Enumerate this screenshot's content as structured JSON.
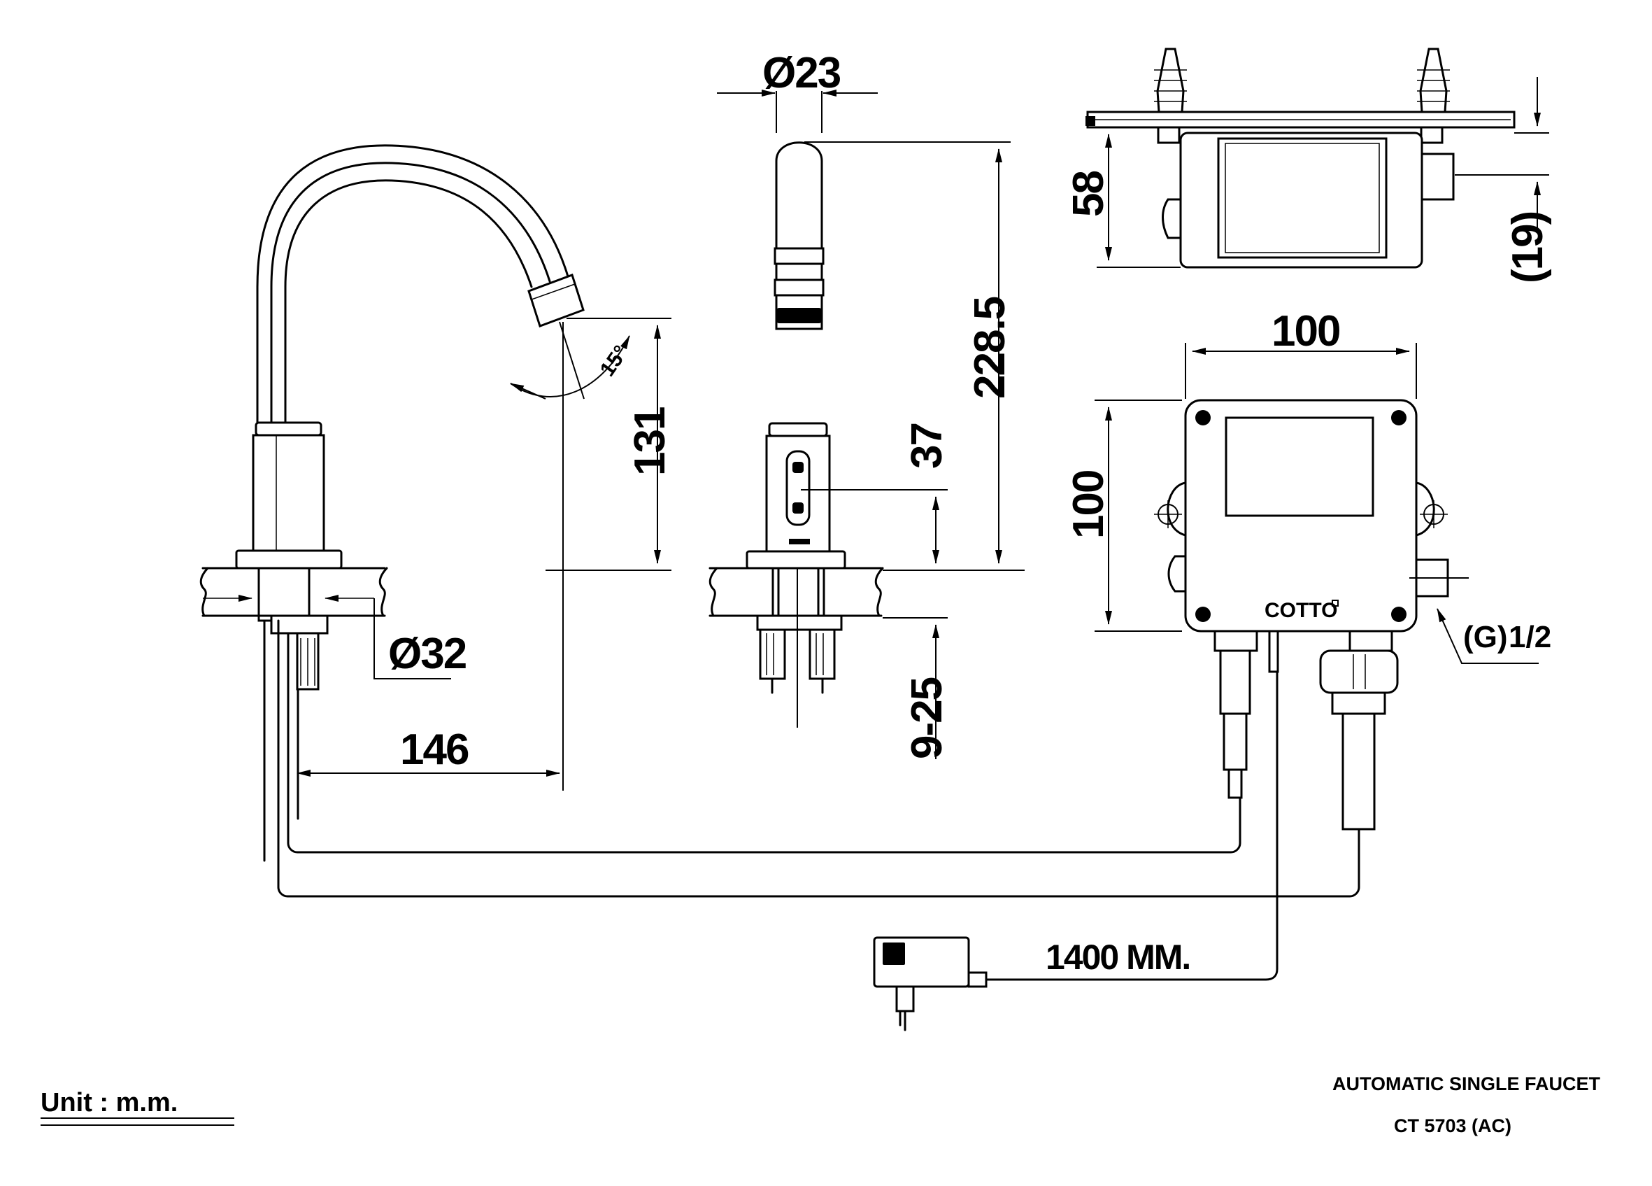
{
  "dimensions": {
    "outlet_diameter": "Ø23",
    "spout_angle": "15°",
    "height_outlet": "131",
    "total_height": "228.5",
    "sensor_height": "37",
    "base_diameter": "Ø32",
    "deck_thickness": "9-25",
    "reach": "146",
    "box_depth": "58",
    "bracket_offset": "(19)",
    "box_width": "100",
    "box_height": "100",
    "inlet_thread_prefix": "(G)",
    "inlet_thread_size": "1/2",
    "cable_length": "1400 MM."
  },
  "brand_mark": "COTTO",
  "unit_label": "Unit : m.m.",
  "product_name": "AUTOMATIC SINGLE FAUCET",
  "model_code": "CT 5703 (AC)"
}
